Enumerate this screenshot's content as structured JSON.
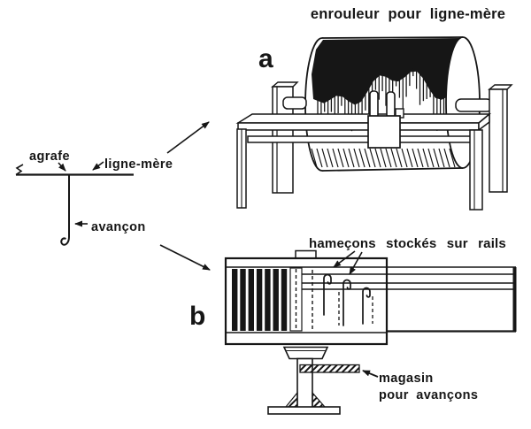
{
  "colors": {
    "ink": "#161616",
    "paper": "#ffffff"
  },
  "figure": {
    "title": "enrouleur pour ligne-mère",
    "panel_a_label": "a",
    "panel_b_label": "b",
    "labels": {
      "agrafe": "agrafe",
      "ligne_mere": "ligne-mère",
      "avancon": "avançon",
      "hamecons": "hameçons stockés sur rails",
      "magasin_line1": "magasin",
      "magasin_line2": "pour avançons"
    }
  }
}
